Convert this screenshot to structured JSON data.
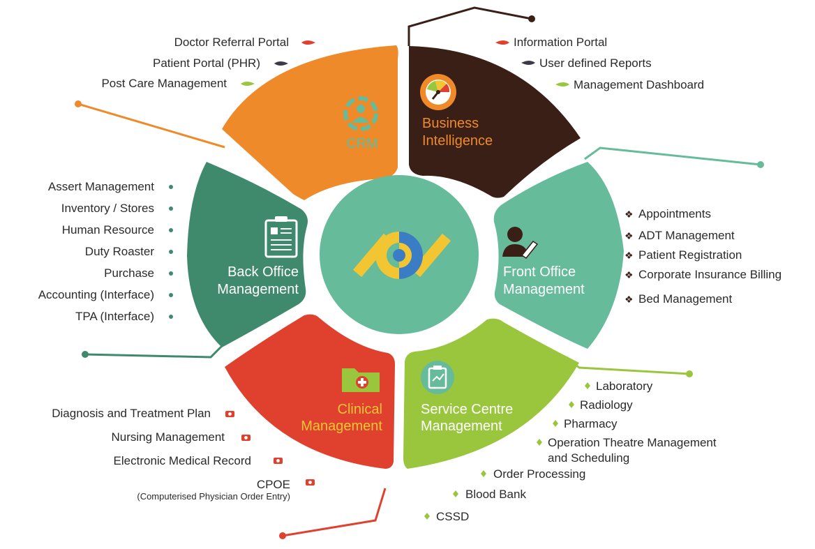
{
  "colors": {
    "crm": "#ef8a2a",
    "business_intelligence": "#3a1f16",
    "front_office": "#66bb9b",
    "service_centre": "#9ac63d",
    "clinical": "#e0412f",
    "back_office": "#3f8a6c",
    "center": "#66bb9b",
    "logo_yellow": "#f2c533",
    "logo_blue": "#3a7dc4",
    "bi_accent": "#ef8a2a",
    "clinical_accent": "#f2c533"
  },
  "segments": {
    "crm": {
      "label": "CRM",
      "icon": "crm-cycle-person-icon"
    },
    "business_intelligence": {
      "label_lines": [
        "Business",
        "Intelligence"
      ],
      "icon": "gauge-icon"
    },
    "front_office": {
      "label_lines": [
        "Front Office",
        "Management"
      ],
      "icon": "person-pen-icon"
    },
    "service_centre": {
      "label_lines": [
        "Service Centre",
        "Management"
      ],
      "icon": "clipboard-icon"
    },
    "clinical": {
      "label_lines": [
        "Clinical",
        "Management"
      ],
      "icon": "medical-folder-icon"
    },
    "back_office": {
      "label_lines": [
        "Back Office",
        "Management"
      ],
      "icon": "form-clipboard-icon"
    }
  },
  "center": {
    "icon": "eye-logo-icon"
  },
  "lists": {
    "crm": [
      "Doctor Referral Portal",
      "Patient Portal (PHR)",
      "Post Care Management"
    ],
    "business_intelligence": [
      "Information Portal",
      "User defined Reports",
      "Management Dashboard"
    ],
    "front_office": [
      "Appointments",
      "ADT Management",
      "Patient Registration",
      "Corporate Insurance Billing",
      "Bed Management"
    ],
    "back_office": [
      "Assert Management",
      "Inventory / Stores",
      "Human Resource",
      "Duty Roaster",
      "Purchase",
      "Accounting (Interface)",
      "TPA (Interface)"
    ],
    "clinical": {
      "items": [
        "Diagnosis and Treatment Plan",
        "Nursing Management",
        "Electronic Medical Record",
        "CPOE"
      ],
      "cpoe_subtitle": "(Computerised Physician Order Entry)"
    },
    "service_centre": {
      "items": [
        "Laboratory",
        "Radiology",
        "Pharmacy",
        "Operation Theatre Management",
        "Order Processing",
        "Blood Bank",
        "CSSD"
      ],
      "ot_second_line": "and Scheduling"
    }
  }
}
